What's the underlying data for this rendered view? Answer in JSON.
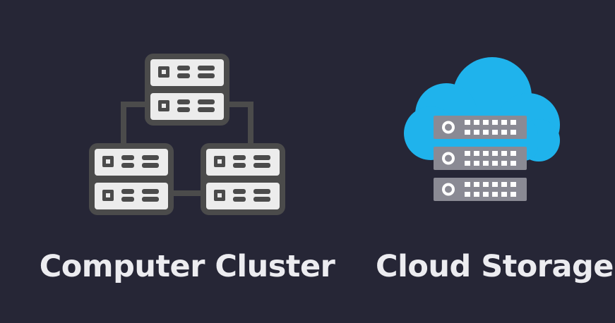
{
  "items": [
    {
      "id": "cluster",
      "label": "Computer Cluster",
      "icon": "server-cluster-icon"
    },
    {
      "id": "storage",
      "label": "Cloud Storage",
      "icon": "cloud-storage-icon"
    }
  ],
  "colors": {
    "background": "#262636",
    "server_body": "#ececec",
    "server_outline": "#4b4b4b",
    "cloud": "#1fb3ec",
    "storage_rack": "#8a8a94",
    "storage_led": "#ffffff",
    "caption": "#ececf0"
  }
}
